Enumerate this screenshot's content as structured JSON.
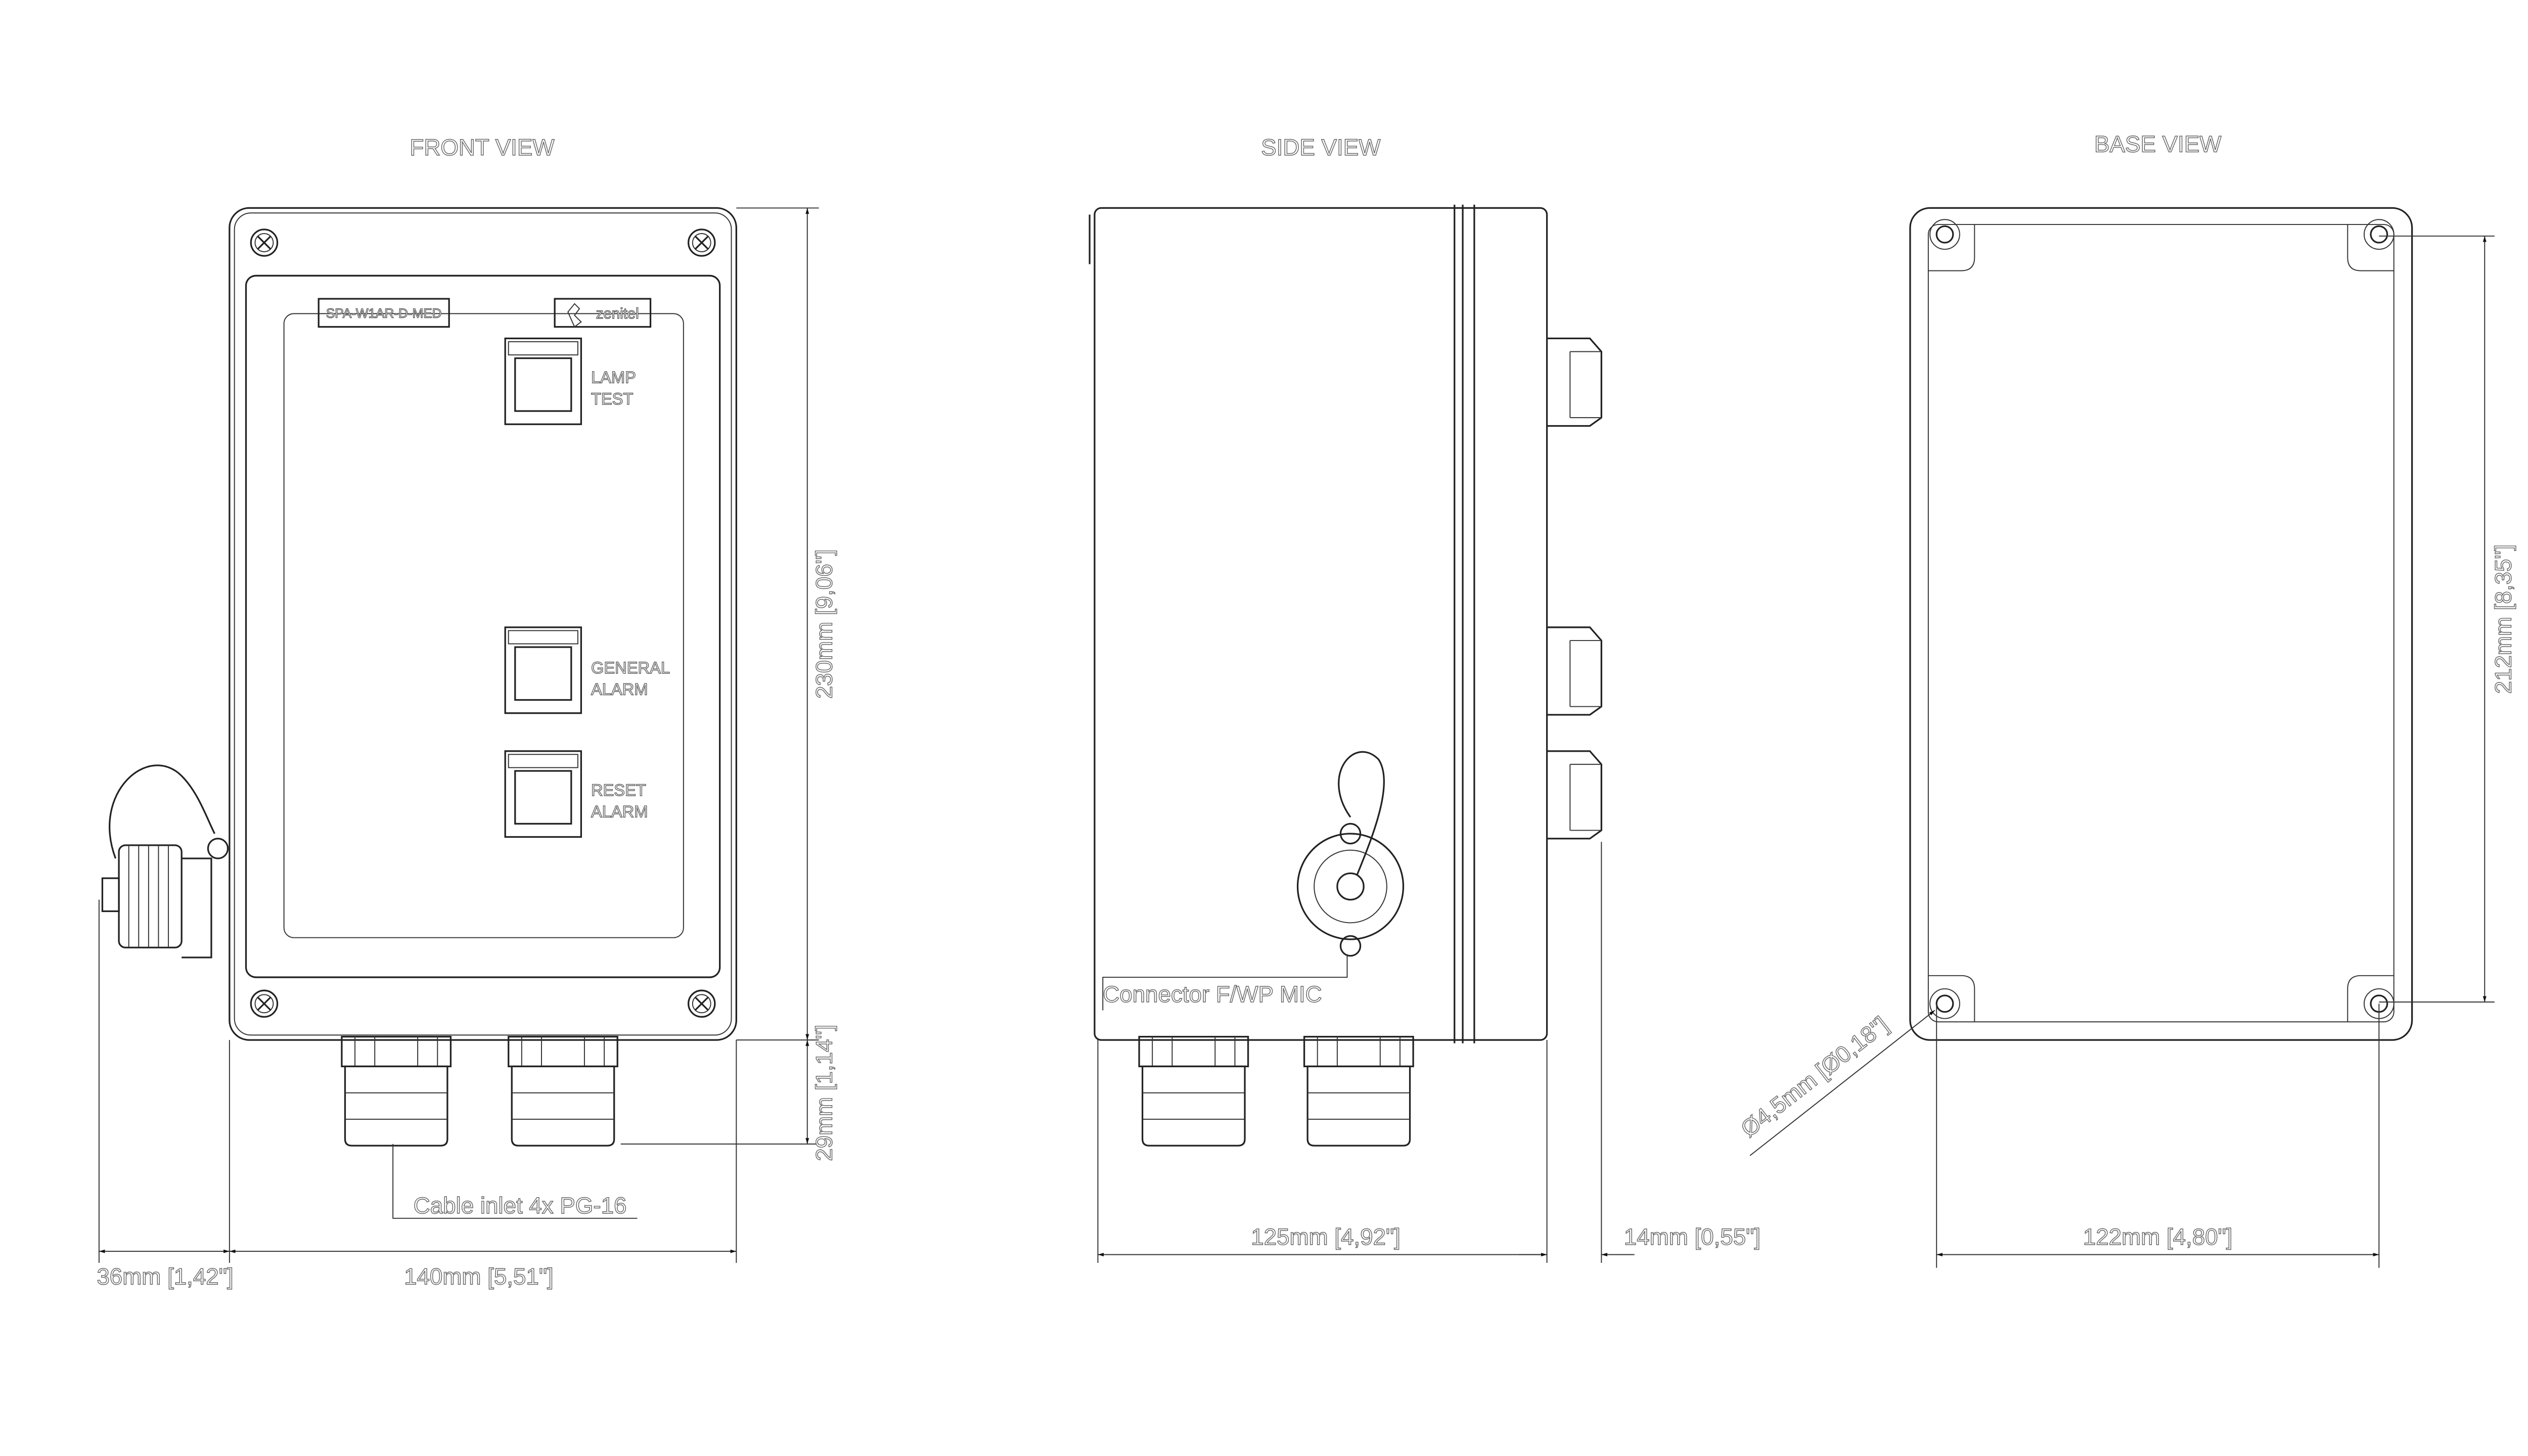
{
  "front_view": {
    "title": "FRONT VIEW",
    "model_label": "SPA-W1AR-D-MED",
    "brand_logo": "zenitel",
    "buttons": [
      {
        "label_line1": "LAMP",
        "label_line2": "TEST"
      },
      {
        "label_line1": "GENERAL",
        "label_line2": "ALARM"
      },
      {
        "label_line1": "RESET",
        "label_line2": "ALARM"
      }
    ],
    "dim_height": "230mm [9,06\"]",
    "dim_gland": "29mm [1,14\"]",
    "dim_connector": "36mm [1,42\"]",
    "dim_width": "140mm [5,51\"]",
    "cable_inlet_note": "Cable inlet 4x PG-16"
  },
  "side_view": {
    "title": "SIDE VIEW",
    "connector_note": "Connector F/WP MIC",
    "dim_depth": "125mm [4,92\"]",
    "dim_buttons": "14mm [0,55\"]"
  },
  "base_view": {
    "title": "BASE VIEW",
    "dim_hole_height": "212mm [8,35\"]",
    "dim_hole_width": "122mm [4,80\"]",
    "dim_hole_diameter": "Ø4,5mm [Ø0,18\"]"
  }
}
